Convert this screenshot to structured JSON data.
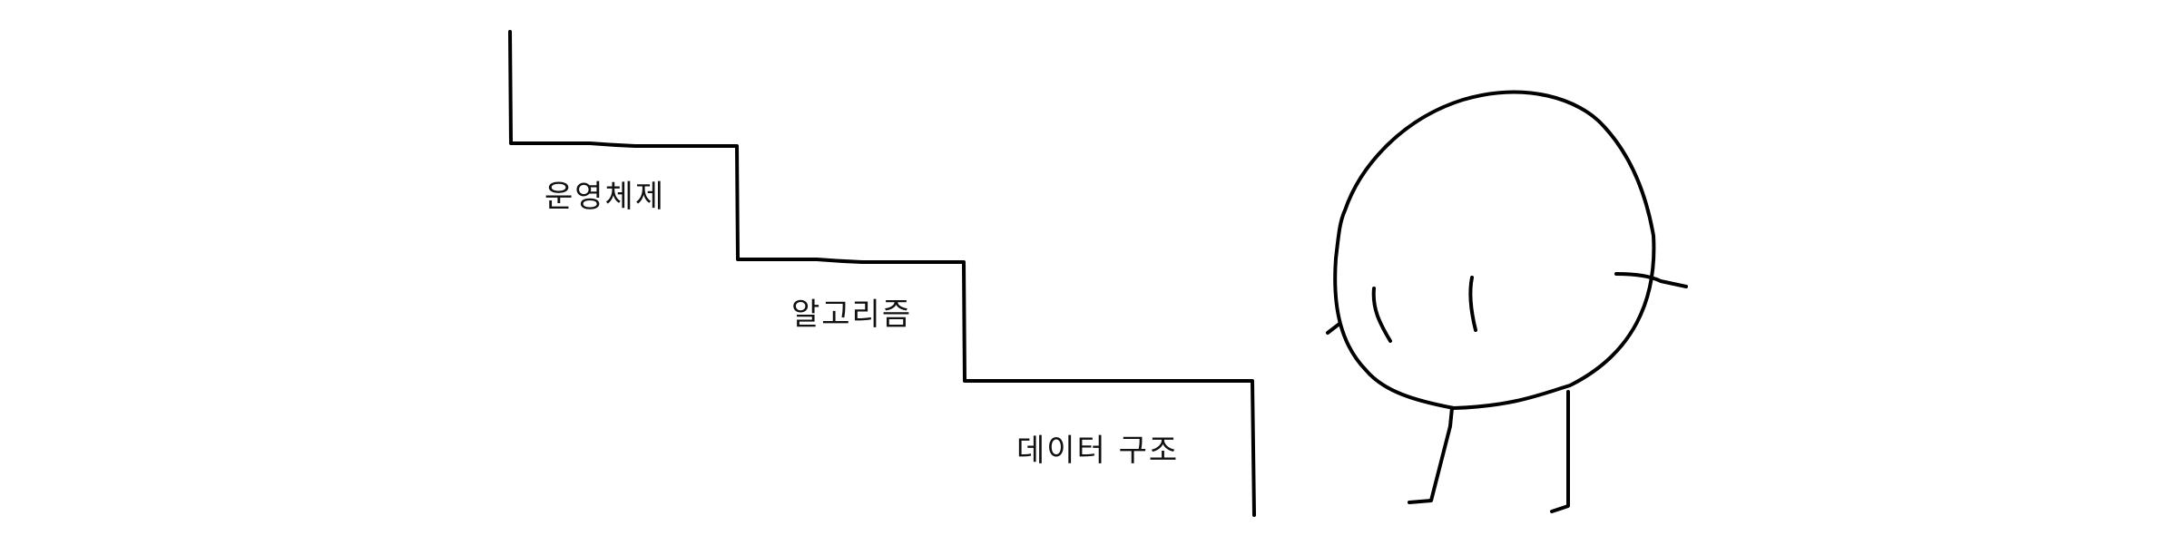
{
  "steps": {
    "top": "운영체제",
    "middle": "알고리즘",
    "bottom": "데이터 구조"
  },
  "colors": {
    "ink": "#000000",
    "background": "#ffffff"
  }
}
